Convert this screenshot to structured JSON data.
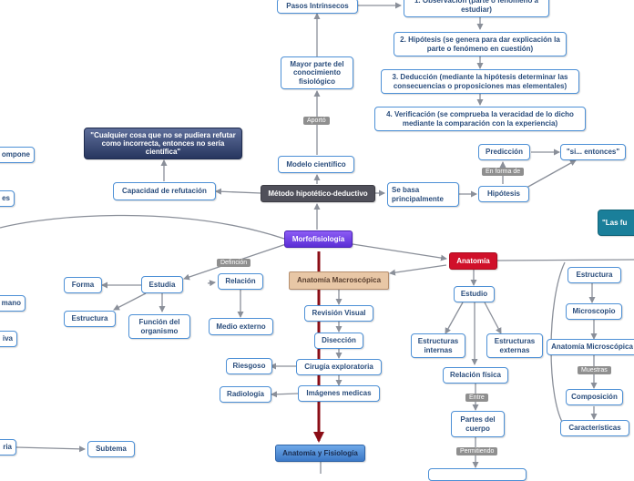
{
  "nodes": {
    "pasos_intrinsecos": "Pasos Intrínsecos",
    "observacion": "1. Observación (parte o fenómeno a estudiar)",
    "hipotesis_paso": "2. Hipótesis (se genera para dar explicación la parte o fenómeno en cuestión)",
    "deduccion": "3. Deducción (mediante la hipótesis determinar las consecuencias o proposiciones mas elementales)",
    "verificacion": "4. Verificación (se comprueba la veracidad de lo dicho mediante la comparación con la experiencia)",
    "mayor_parte": "Mayor parte del conocimiento fisiológico",
    "popper_quote": "\"Cualquier cosa que no se pudiera refutar como incorrecta, entonces no sería científica\"",
    "modelo_cientifico": "Modelo científico",
    "prediccion": "Predicción",
    "si_entonces": "\"si... entonces\"",
    "capacidad_refutacion": "Capacidad de refutación",
    "metodo_hipotetico": "Método hipotético-deductivo",
    "se_basa": "Se basa principalmente",
    "hipotesis": "Hipótesis",
    "las_fu": "\"Las fu",
    "left_ompone": "ompone",
    "left_es": "es",
    "left_mano": "mano",
    "left_iva": "iva",
    "left_ria": "ria",
    "morfofisiologia": "Morfofisiología",
    "anatomia": "Anatomía",
    "forma": "Forma",
    "estudia": "Estudia",
    "relacion": "Relación",
    "anatomia_macro": "Anatomía Macroscópica",
    "estructura_left": "Estructura",
    "funcion_organismo": "Función del organismo",
    "medio_externo": "Medio externo",
    "revision_visual": "Revisión Visual",
    "diseccion": "Disección",
    "riesgoso": "Riesgoso",
    "cirugia": "Cirugía exploratoria",
    "radiologia": "Radiología",
    "imagenes_medicas": "Imágenes medicas",
    "subtema": "Subtema",
    "anatomia_fisiologia": "Anatomía y Fisiología",
    "estudio": "Estudio",
    "estructuras_internas": "Estructuras internas",
    "estructuras_externas": "Estructuras externas",
    "relacion_fisica": "Relación física",
    "partes_cuerpo": "Partes del cuerpo",
    "estructura_right": "Estructura",
    "microscopio": "Microscopio",
    "anatomia_micro": "Anatomía Microscópica",
    "composicion": "Composición",
    "caracteristicas": "Características"
  },
  "labels": {
    "aporto": "Aportó",
    "en_forma_de": "En forma de",
    "definicion": "Definción",
    "entre": "Entre",
    "muestras": "Muestras",
    "permitiendo": "Permitiendo"
  },
  "colors": {
    "line": "#8a8f99",
    "trunk": "#8b0d16",
    "node_border": "#4d90d6",
    "node_text": "#2a4d7c"
  }
}
